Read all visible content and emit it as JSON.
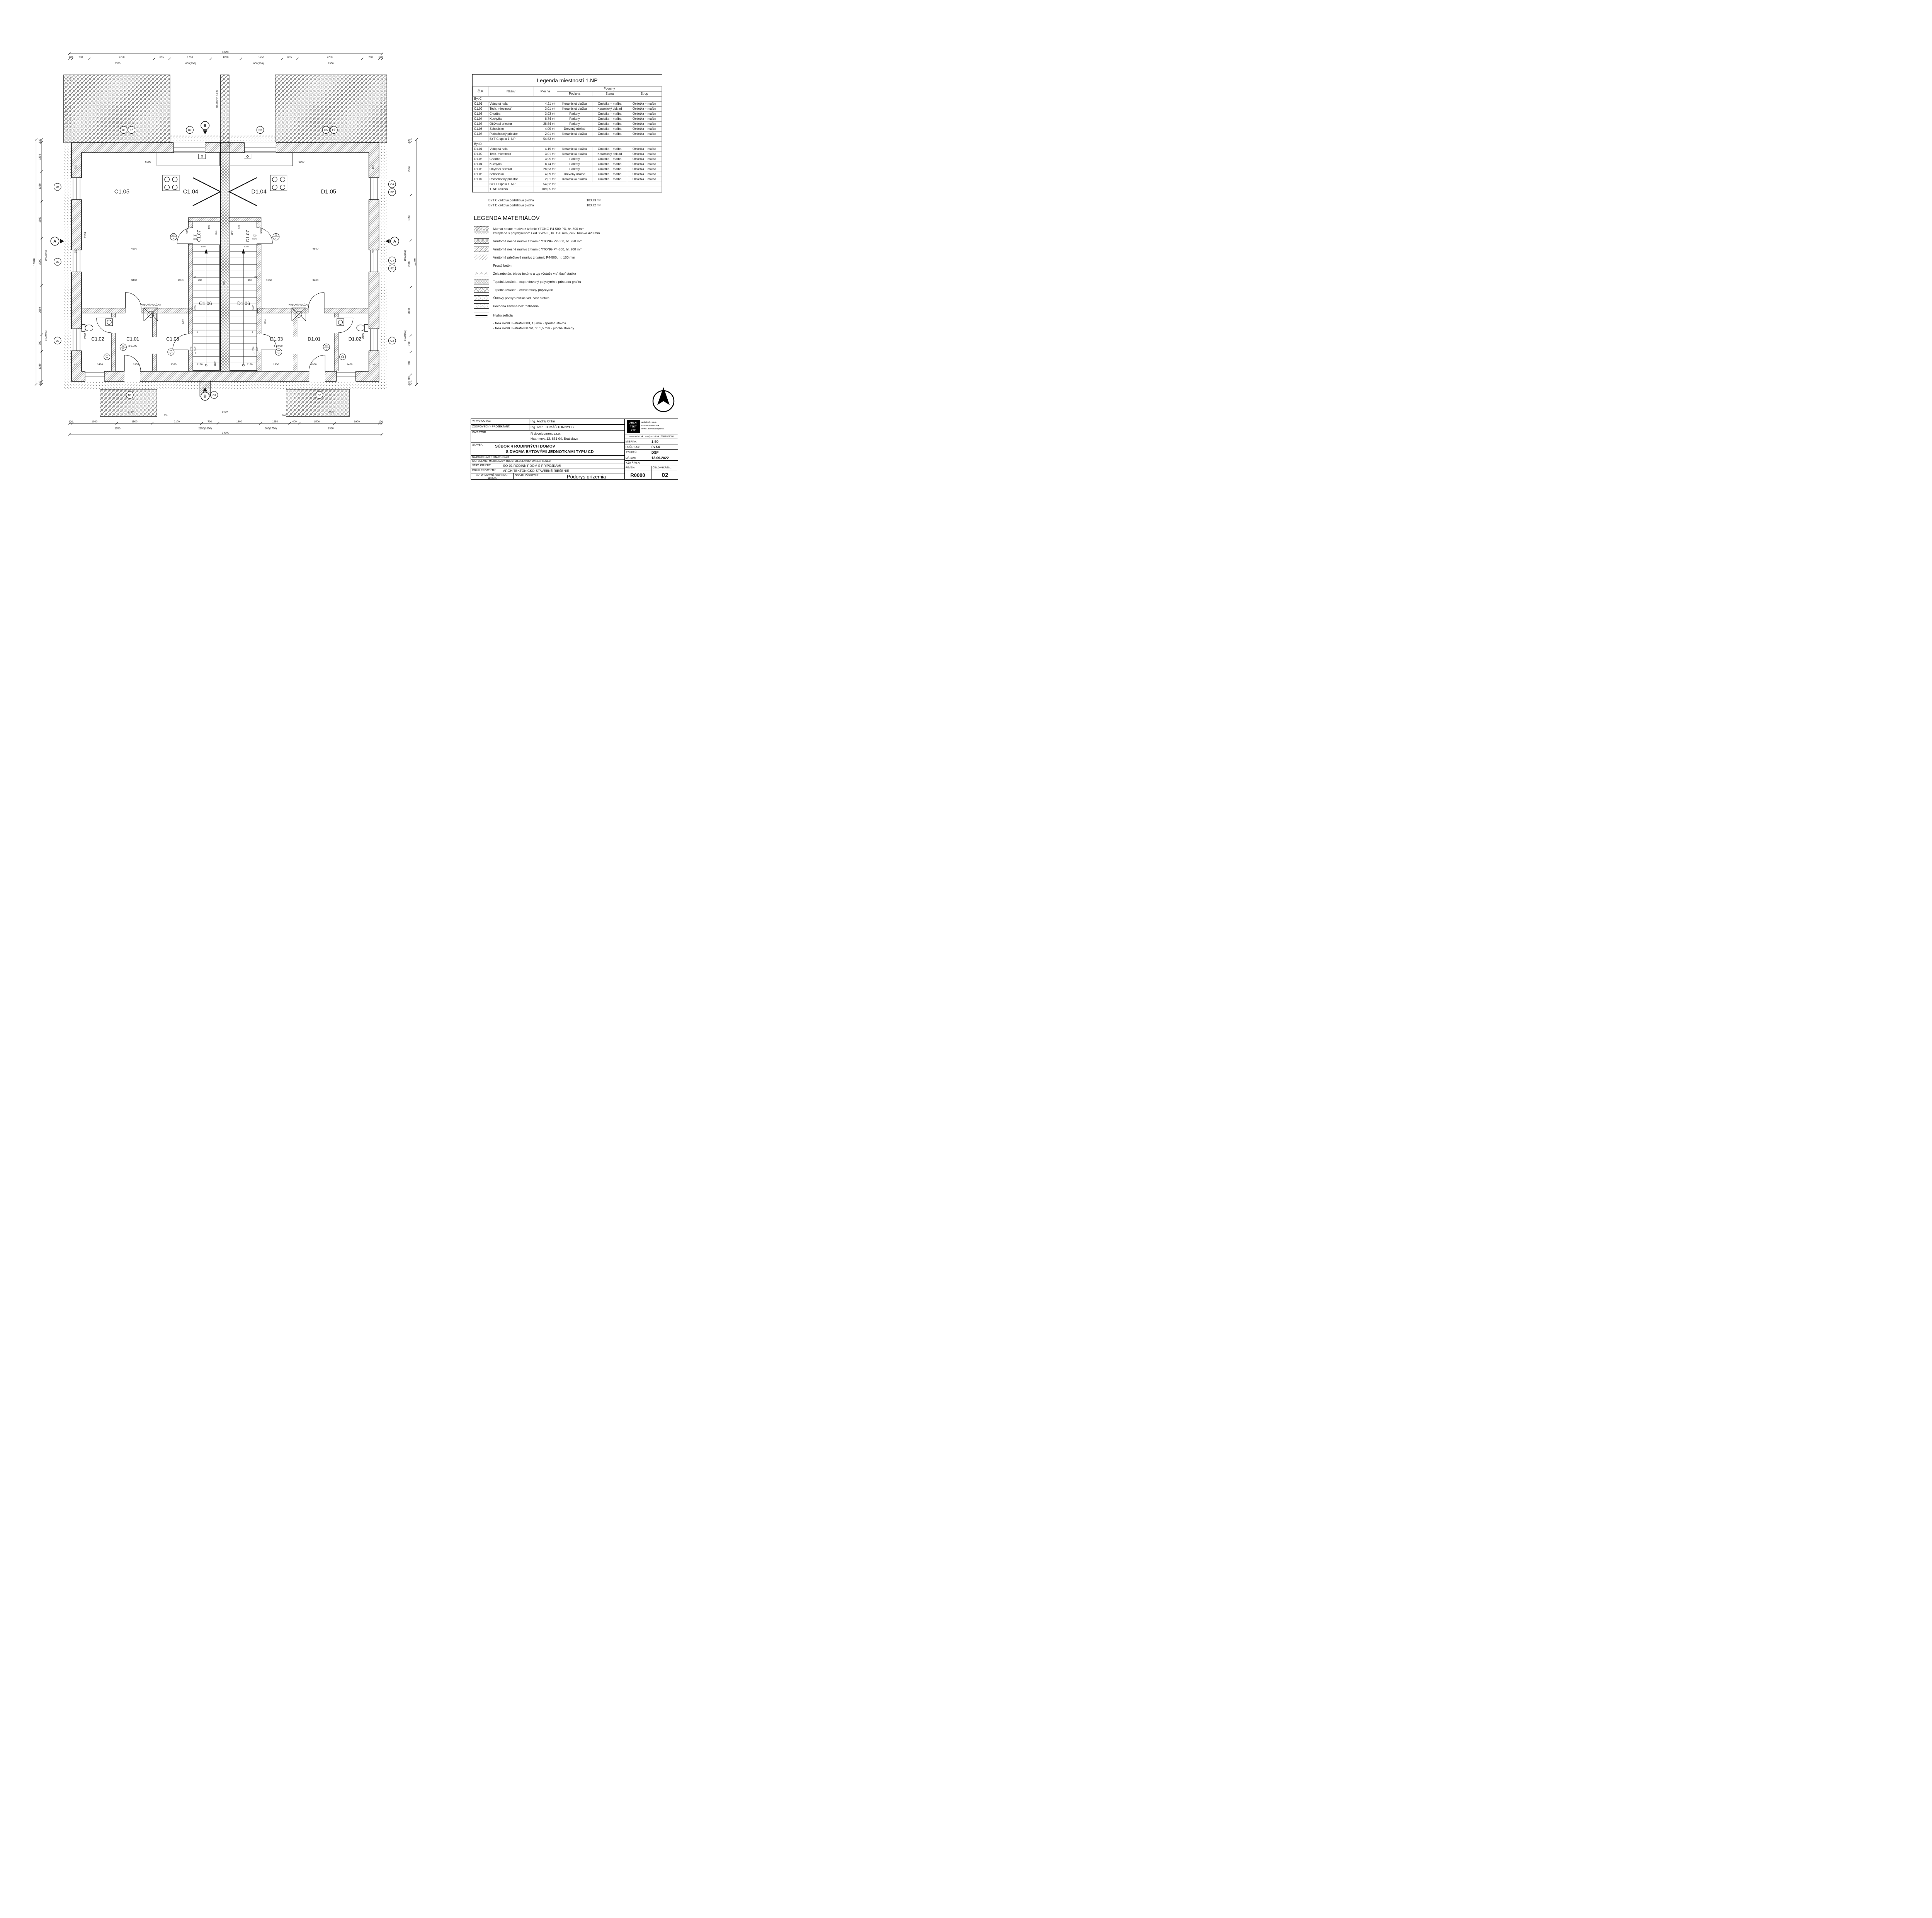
{
  "plan": {
    "labels": [
      [
        "C1.05",
        280,
        441,
        13,
        0
      ],
      [
        "C1.04",
        437,
        441,
        13,
        0
      ],
      [
        "D1.04",
        593,
        441,
        13,
        0
      ],
      [
        "D1.05",
        752,
        441,
        13,
        0
      ],
      [
        "C1.07",
        459,
        538,
        10,
        -90
      ],
      [
        "D1.07",
        571,
        538,
        10,
        -90
      ],
      [
        "C1.06",
        471,
        696,
        11,
        0
      ],
      [
        "D1.06",
        558,
        696,
        11,
        0
      ],
      [
        "C1.02",
        225,
        777,
        11,
        0
      ],
      [
        "C1.01",
        305,
        777,
        11,
        0
      ],
      [
        "C1.03",
        396,
        777,
        11,
        0
      ],
      [
        "D1.03",
        633,
        777,
        11,
        0
      ],
      [
        "D1.01",
        719,
        777,
        11,
        0
      ],
      [
        "D1.02",
        812,
        777,
        11,
        0
      ],
      [
        "KRBOVÁ VLOŽKA",
        346,
        697,
        5.5,
        0
      ],
      [
        "KRBOVÁ VLOŽKA",
        684,
        697,
        5.5,
        0
      ],
      [
        "bet. múr v. 2,0 m",
        499,
        226,
        5.5,
        -90
      ],
      [
        "± 0,000",
        305,
        791,
        6,
        0
      ],
      [
        "± 0,000",
        637,
        791,
        6,
        0
      ],
      [
        "6000",
        340,
        371,
        6,
        0
      ],
      [
        "6000",
        690,
        371,
        6,
        0
      ],
      [
        "420",
        176,
        381,
        6,
        -90
      ],
      [
        "420",
        856,
        381,
        6,
        -90
      ],
      [
        "350",
        176,
        572,
        6,
        -90
      ],
      [
        "350",
        856,
        572,
        6,
        -90
      ],
      [
        "7100",
        198,
        536,
        6,
        -90
      ],
      [
        "6600",
        430,
        526,
        6,
        -90
      ],
      [
        "6600",
        600,
        526,
        6,
        -90
      ],
      [
        "4850",
        308,
        569,
        6,
        0
      ],
      [
        "4850",
        722,
        569,
        6,
        0
      ],
      [
        "3400",
        308,
        641,
        6,
        0
      ],
      [
        "3400",
        722,
        641,
        6,
        0
      ],
      [
        "1350",
        414,
        641,
        6,
        0
      ],
      [
        "1350",
        616,
        641,
        6,
        0
      ],
      [
        "900",
        458,
        641,
        6,
        0
      ],
      [
        "900",
        572,
        641,
        6,
        0
      ],
      [
        "450",
        515,
        646,
        5,
        -90
      ],
      [
        "100",
        445,
        634,
        5,
        0
      ],
      [
        "100",
        585,
        634,
        5,
        0
      ],
      [
        "700",
        447,
        539,
        5,
        0
      ],
      [
        "700",
        583,
        539,
        5,
        0
      ],
      [
        "1970",
        447,
        547,
        5,
        0
      ],
      [
        "1970",
        583,
        547,
        5,
        0
      ],
      [
        "1050",
        466,
        564,
        5,
        0
      ],
      [
        "1050",
        564,
        564,
        5,
        0
      ],
      [
        "1140",
        497,
        531,
        5,
        -90
      ],
      [
        "1140",
        533,
        531,
        5,
        -90
      ],
      [
        "570",
        481,
        518,
        5,
        -90
      ],
      [
        "570",
        549,
        518,
        5,
        -90
      ],
      [
        "3060",
        448,
        701,
        5,
        -90
      ],
      [
        "3060",
        582,
        701,
        5,
        -90
      ],
      [
        "2020",
        448,
        796,
        5,
        -90
      ],
      [
        "2020",
        582,
        796,
        5,
        -90
      ],
      [
        "1650",
        440,
        796,
        5,
        -90
      ],
      [
        "1650",
        590,
        796,
        5,
        -90
      ],
      [
        "1250",
        421,
        734,
        5,
        -90
      ],
      [
        "1250",
        609,
        734,
        5,
        -90
      ],
      [
        "2300",
        198,
        766,
        6,
        -90
      ],
      [
        "2300",
        832,
        766,
        6,
        -90
      ],
      [
        "1180",
        458,
        833,
        6,
        0
      ],
      [
        "1180",
        572,
        833,
        6,
        0
      ],
      [
        "1100",
        494,
        830,
        5,
        -90
      ],
      [
        "1330",
        398,
        833,
        6,
        0
      ],
      [
        "1330",
        632,
        833,
        6,
        0
      ],
      [
        "1900",
        312,
        833,
        6,
        0
      ],
      [
        "1900",
        718,
        833,
        6,
        0
      ],
      [
        "1400",
        230,
        833,
        6,
        0
      ],
      [
        "1400",
        800,
        833,
        6,
        0
      ],
      [
        "300",
        174,
        833,
        5,
        0
      ],
      [
        "300",
        856,
        833,
        5,
        0
      ],
      [
        "5430",
        515,
        941,
        6,
        0
      ],
      [
        "3730",
        300,
        941,
        6,
        0
      ],
      [
        "3730",
        758,
        941,
        6,
        0
      ],
      [
        "200",
        380,
        949,
        5,
        0
      ],
      [
        "200",
        650,
        949,
        5,
        0
      ],
      [
        "1",
        448,
        807,
        5,
        0
      ],
      [
        "1",
        582,
        807,
        5,
        0
      ],
      [
        "5",
        452,
        759,
        5,
        0
      ],
      [
        "5",
        578,
        759,
        5,
        0
      ]
    ],
    "markers": [
      [
        "O8",
        284,
        296
      ],
      [
        "EŽ",
        302,
        296
      ],
      [
        "O7",
        435,
        296
      ],
      [
        "O6",
        596,
        296
      ],
      [
        "O5",
        746,
        296
      ],
      [
        "EŽ",
        764,
        296
      ],
      [
        "O4",
        133,
        426
      ],
      [
        "O9",
        133,
        597
      ],
      [
        "O2",
        133,
        777
      ],
      [
        "O4",
        897,
        420
      ],
      [
        "EŽ",
        897,
        438
      ],
      [
        "O3",
        897,
        594
      ],
      [
        "EŽ",
        897,
        612
      ],
      [
        "O2",
        897,
        777
      ],
      [
        "O1",
        491,
        901
      ],
      [
        "D1",
        298,
        901
      ],
      [
        "D2",
        731,
        901
      ]
    ],
    "door_tags": [
      [
        "02",
        "P",
        283,
        792
      ],
      [
        "04",
        "L",
        392,
        803
      ],
      [
        "02",
        "P",
        398,
        540
      ],
      [
        "02",
        "L",
        632,
        540
      ],
      [
        "04",
        "P",
        638,
        803
      ],
      [
        "02",
        "L",
        747,
        792
      ]
    ],
    "sections": [
      [
        "A",
        127,
        550,
        "r"
      ],
      [
        "A",
        903,
        550,
        "l"
      ],
      [
        "B",
        470,
        286,
        "d"
      ],
      [
        "B",
        470,
        904,
        "u"
      ]
    ],
    "dims": {
      "top_overall": [
        "13290"
      ],
      "top_detail": [
        "120",
        "730",
        "2750",
        "655",
        "1750",
        "1280",
        "1750",
        "655",
        "2750",
        "730",
        "120"
      ],
      "top_sub": [
        "2350",
        "600(900)",
        "600(900)",
        "2350"
      ],
      "bottom_detail": [
        "120",
        "1900",
        "1500",
        "2100",
        "700",
        "1800",
        "1250",
        "400",
        "1500",
        "1900",
        "120"
      ],
      "bottom_sub": [
        "2350",
        "2150(1600)",
        "600(1750)",
        "2350"
      ],
      "bottom_overall": [
        "13290"
      ],
      "left_detail": [
        "120",
        "1230",
        "1250",
        "1560",
        "2000",
        "2080",
        "700",
        "1280",
        "120"
      ],
      "left_sub": [
        "1500(850)",
        "1500(850)"
      ],
      "left_overall": [
        "10340"
      ],
      "right_detail": [
        "120",
        "2260",
        "1950",
        "2000",
        "2080",
        "700",
        "980",
        "300",
        "120"
      ],
      "right_sub": [
        "1500(850)",
        "1500(850)"
      ],
      "right_overall": [
        "10340"
      ]
    }
  },
  "room_legend": {
    "title": "Legenda miestností 1.NP",
    "col_cm": "Č.M",
    "col_nazov": "Názov",
    "col_plocha": "Plocha",
    "col_povrchy": "Povrchy",
    "col_podlaha": "Podlaha",
    "col_stena": "Stena",
    "col_strop": "Strop",
    "byt_c_label": "Byt C",
    "byt_c_rows": [
      [
        "C1.01",
        "Vstupná hala",
        "4,21 m²",
        "Keramická dlažba",
        "Omietka + maľba",
        "Omietka + maľba"
      ],
      [
        "C1.02",
        "Tech. miestnosť",
        "3,01 m²",
        "Keramická dlažba",
        "Keramický obklad",
        "Omietka + maľba"
      ],
      [
        "C1.03",
        "Chodba",
        "3,93 m²",
        "Parkety",
        "Omietka + maľba",
        "Omietka + maľba"
      ],
      [
        "C1.04",
        "Kuchyňa",
        "8,74 m²",
        "Parkety",
        "Omietka + maľba",
        "Omietka + maľba"
      ],
      [
        "C1.05",
        "Obývací priestor",
        "28,54 m²",
        "Parkety",
        "Omietka + maľba",
        "Omietka + maľba"
      ],
      [
        "C1.06",
        "Schodisko",
        "4,09 m²",
        "Drevený obklad",
        "Omietka + maľba",
        "Omietka + maľba"
      ],
      [
        "C1.07",
        "Podschodný priestor",
        "2,01 m²",
        "Keramická dlažba",
        "Omietka + maľba",
        "Omietka + maľba"
      ]
    ],
    "byt_c_total": [
      "BYT C spolu 1. NP",
      "54,53 m²"
    ],
    "byt_d_label": "Byt D",
    "byt_d_rows": [
      [
        "D1.01",
        "Vstupná hala",
        "4,19 m²",
        "Keramická dlažba",
        "Omietka + maľba",
        "Omietka + maľba"
      ],
      [
        "D1.02",
        "Tech. miestnosť",
        "3,01 m²",
        "Keramická dlažba",
        "Keramický obklad",
        "Omietka + maľba"
      ],
      [
        "D1.03",
        "Chodba",
        "3,95 m²",
        "Parkety",
        "Omietka + maľba",
        "Omietka + maľba"
      ],
      [
        "D1.04",
        "Kuchyňa",
        "8,74 m²",
        "Parkety",
        "Omietka + maľba",
        "Omietka + maľba"
      ],
      [
        "D1.05",
        "Obývací priestor",
        "28,53 m²",
        "Parkety",
        "Omietka + maľba",
        "Omietka + maľba"
      ],
      [
        "D1.06",
        "Schodisko",
        "4,09 m²",
        "Drevený obklad",
        "Omietka + maľba",
        "Omietka + maľba"
      ],
      [
        "D1.07",
        "Podschodný priestor",
        "2,01 m²",
        "Keramická dlažba",
        "Omietka + maľba",
        "Omietka + maľba"
      ]
    ],
    "byt_d_total": [
      "BYT D spolu 1. NP",
      "54,52 m²"
    ],
    "np_total": [
      "1. NP celkom",
      "109,05 m²"
    ],
    "extras": [
      [
        "BYT C celková podlahová plocha",
        "103,73 m²"
      ],
      [
        "BYT D celková podlahová plocha",
        "103,72 m²"
      ]
    ]
  },
  "materials": {
    "title": "LEGENDA MATERIÁLOV",
    "items": [
      {
        "p": "brick",
        "lines": [
          "Murivo nosné murivo z tvárnic YTONG P4-500 PD, hr. 300 mm",
          "zateplené s polystyrénom GREYWALL, hr. 120 mm, celk. hrúbka 420 mm"
        ]
      },
      {
        "p": "cross",
        "lines": [
          "Vnútorné nosné murivo z tvárnic YTONG P2-500, hr. 250 mm"
        ]
      },
      {
        "p": "hatch",
        "lines": [
          "Vnútorné nosné murivo z tvárnic YTONG P4-500, hr. 200 mm"
        ]
      },
      {
        "p": "hatch-lt",
        "lines": [
          "Vnútorné priečkové murivo z tvárnic P4-500, hr. 100 mm"
        ]
      },
      {
        "p": "plain",
        "lines": [
          "Prostý betón"
        ]
      },
      {
        "p": "conc",
        "lines": [
          "Železobetón, triedu betónu a typ výstuže viď. časť statika"
        ]
      },
      {
        "p": "insul",
        "lines": [
          "Tepelná izolácia - expandovaný polystyrén s prísadou grafitu"
        ]
      },
      {
        "p": "crossw",
        "lines": [
          "Tepelná izolácia - extrudovaný polystyrén"
        ]
      },
      {
        "p": "grav",
        "lines": [
          "Štrkový podsyp bližšie viď. časť statika"
        ]
      },
      {
        "p": "soil",
        "lines": [
          "Pôvodná zemina bez rozlíšenia"
        ]
      }
    ],
    "hydro_title": "Hydroizolácia",
    "hydro_lines": [
      "- fólia mPVC Fatrafol 803, 1,5mm - spodná stavba",
      "- fólia mPVC Fatrafol 807/V, hr. 1,5 mm - ploché strechy"
    ]
  },
  "titleblock": {
    "vypracoval_label": "VYPRACOVAL:",
    "vypracoval_value": "Ing. Andrej Oršin",
    "zodpovedny_label": "ZODPOVEDNÝ PROJEKTANT:",
    "zodpovedny_value": "Ing. arch. TOMÁŠ TORNYOS",
    "investor_label": "INVESTOR:",
    "investor_line1": "R development s.r.o.",
    "investor_line2": "Haannova 12, 851 04, Bratislava",
    "stavba_label": "STAVBA:",
    "stavba_line1": "SÚBOR 4 RODINNÝCH DOMOV",
    "stavba_line2": "S DVOMA BYTOVÝMI JEDNOTKAMI TYPU CD",
    "parcely_label": "NA PARCELÁCH:",
    "parcely_value": "KN-C 133/461",
    "kat_line": "KAT. ÚZEMIE: MILOSLAVOV, OBEC: MILOSLAVOV, OKRES: SENEC",
    "stav_label": "STAV. OBJEKT:",
    "stav_value": "SO-01 RODINNÝ DOM S PRÍPOJKAMI",
    "druh_label": "DRUH PROJEKTU:",
    "druh_value": "ARCHITEKTONICKO-STAVEBNÉ RIEŠENIE",
    "obsah_label": "OBSAH VÝKRESU:",
    "obsah_value": "Pôdorys prízemia",
    "auth_line1": "AUTORIZOVANÝ ARCHITEKT",
    "auth_line2": "1810 AA",
    "logo1": "ARCHI",
    "logo2": "TEKT",
    "logo3": "I TT",
    "company1": "architt.sk, s.r.o.",
    "company2": "Komenského 24A",
    "company3": "97401 Banská Bystrica",
    "contact": "www.architt.sk | info@architt.sk | 0903 622366",
    "mierka_label": "MIERKA:",
    "mierka_value": "1:50",
    "pocet_label": "POČET A4:",
    "pocet_value": "6xA4",
    "stupen_label": "STUPEŇ:",
    "stupen_value": "DSP",
    "datum_label": "DÁTUM:",
    "datum_value": "13.09.2022",
    "zak_label": "ZÁK.ČÍSLO:",
    "zak_value": "",
    "revizia_label": "REVÍZIA:",
    "cislo_label": "ČÍSLO VÝKRESU:",
    "revizia_value": "R0000",
    "cislo_value": "02"
  }
}
